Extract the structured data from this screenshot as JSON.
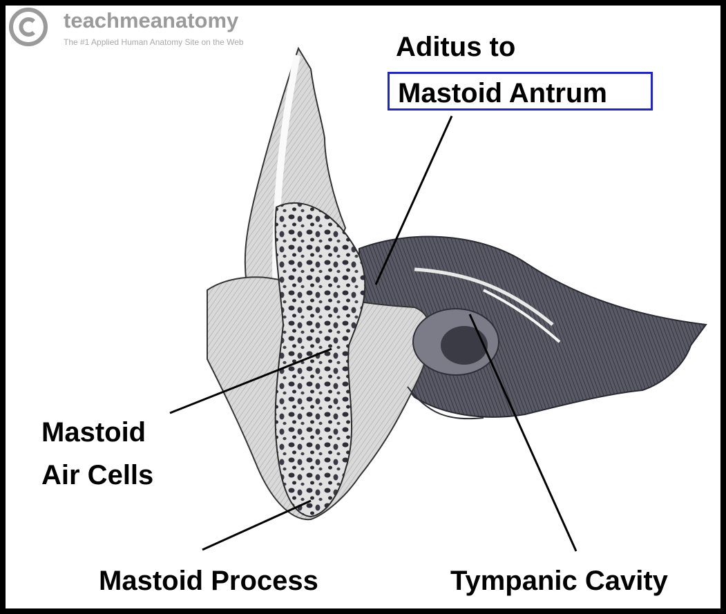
{
  "watermark": {
    "brand": "teachmeanatomy",
    "tagline": "The #1 Applied Human Anatomy Site on the Web",
    "symbol": "copyright-icon"
  },
  "labels": {
    "aditus_line1": "Aditus to",
    "aditus_line2": "Mastoid Antrum",
    "air_cells_line1": "Mastoid",
    "air_cells_line2": "Air Cells",
    "mastoid_process": "Mastoid Process",
    "tympanic_cavity": "Tympanic Cavity"
  },
  "colors": {
    "frame": "#000000",
    "highlight_box": "#1d24d8",
    "label_text": "#000000"
  }
}
